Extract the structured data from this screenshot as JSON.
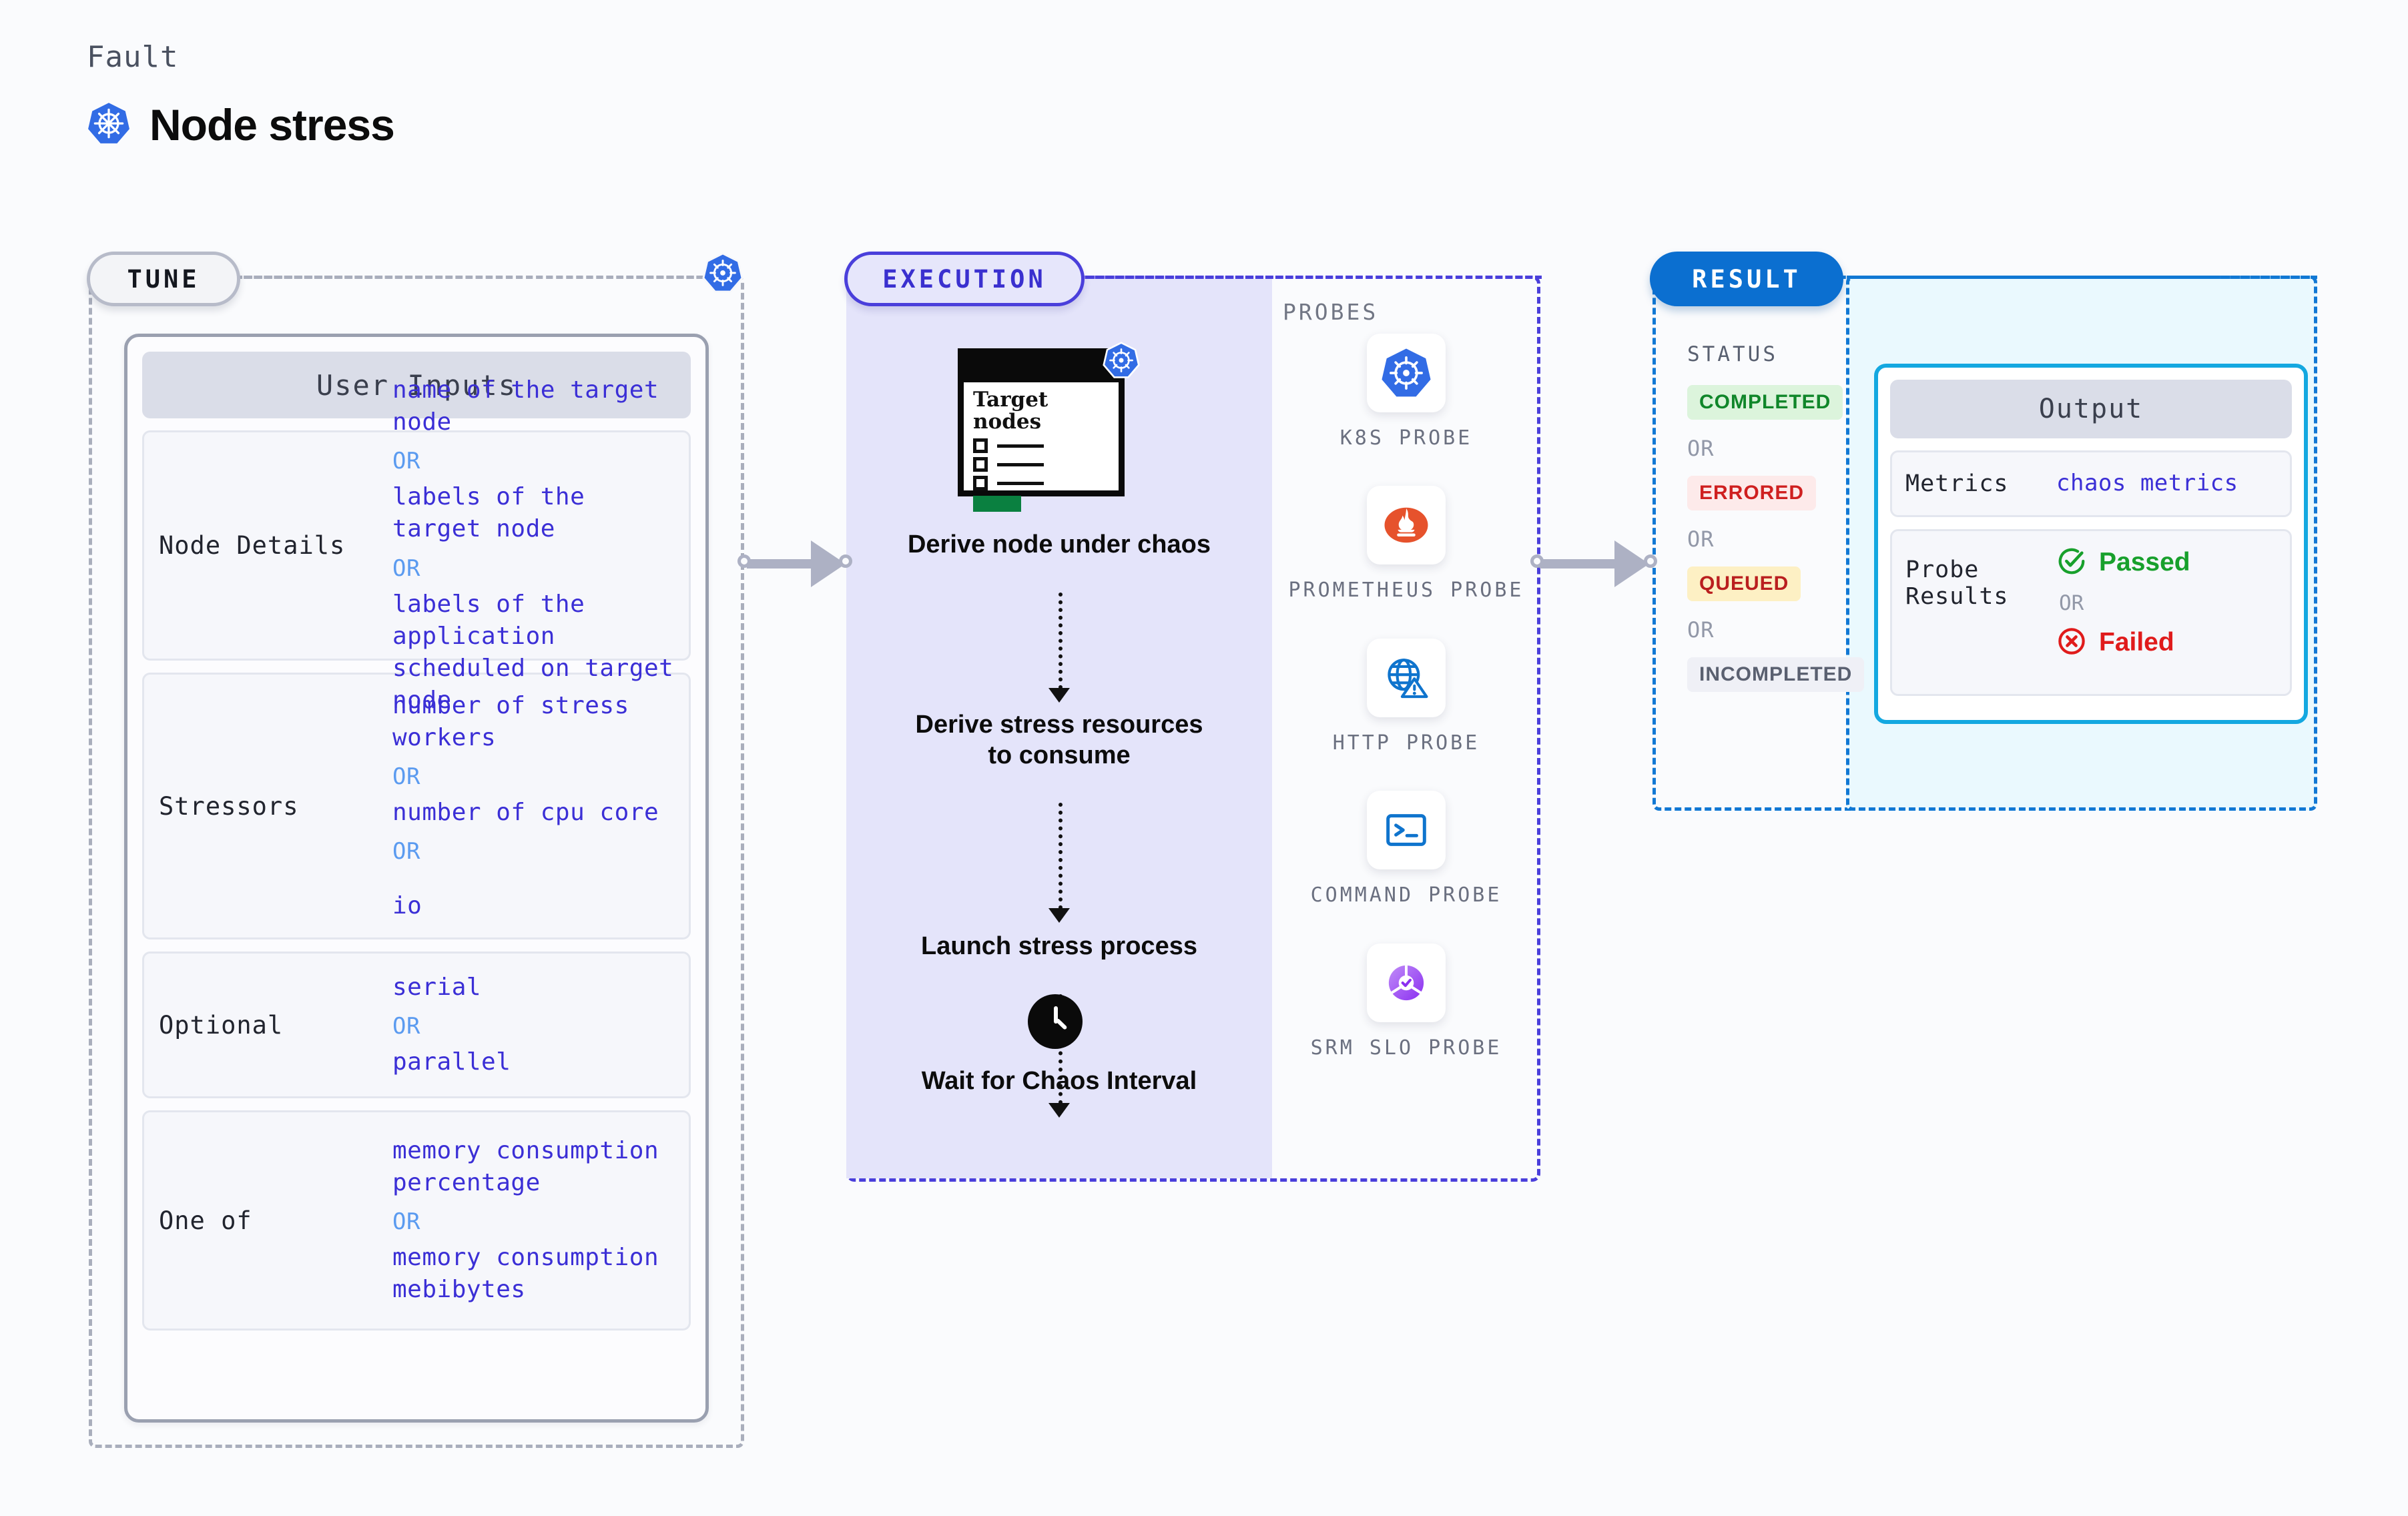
{
  "header": {
    "eyebrow": "Fault",
    "title": "Node stress",
    "icon": "kubernetes-icon"
  },
  "tune": {
    "pill_label": "TUNE",
    "node_icon": "kubernetes-icon",
    "table_title": "User Inputs",
    "rows": [
      {
        "key": "Node Details",
        "values": [
          "name of the target node",
          "labels of the target node",
          "labels of the application\n scheduled on target node"
        ],
        "or_label": "OR"
      },
      {
        "key": "Stressors",
        "values": [
          "number of stress workers",
          "number of cpu core",
          "io"
        ],
        "or_label": "OR"
      },
      {
        "key": "Optional",
        "values": [
          "serial",
          "parallel"
        ],
        "or_label": "OR"
      },
      {
        "key": "One of",
        "values": [
          "memory consumption percentage",
          "memory consumption mebibytes"
        ],
        "or_label": "OR"
      }
    ]
  },
  "arrows": {
    "tune_to_execution": "arrow-right",
    "execution_to_result": "arrow-right"
  },
  "execution": {
    "pill_label": "EXECUTION",
    "card": {
      "title": "Target nodes",
      "icon": "kubernetes-icon",
      "checkbox_rows": 3
    },
    "steps": [
      "Derive node under chaos",
      "Derive stress resources to consume",
      "Launch stress process",
      "Wait for Chaos Interval"
    ],
    "clock_icon": "clock-icon"
  },
  "probes": {
    "label": "PROBES",
    "items": [
      {
        "label": "K8S PROBE",
        "icon": "kubernetes-icon"
      },
      {
        "label": "PROMETHEUS PROBE",
        "icon": "prometheus-icon"
      },
      {
        "label": "HTTP PROBE",
        "icon": "globe-warning-icon"
      },
      {
        "label": "COMMAND PROBE",
        "icon": "terminal-icon"
      },
      {
        "label": "SRM SLO PROBE",
        "icon": "srm-slo-icon"
      }
    ]
  },
  "result": {
    "pill_label": "RESULT",
    "status_title": "STATUS",
    "or_label": "OR",
    "statuses": [
      {
        "label": "COMPLETED",
        "bg": "#dcf4dc",
        "fg": "#10862a"
      },
      {
        "label": "ERRORED",
        "bg": "#fdeaea",
        "fg": "#cf2020"
      },
      {
        "label": "QUEUED",
        "bg": "#fdf0c4",
        "fg": "#ba1f1f"
      },
      {
        "label": "INCOMPLETED",
        "bg": "#eff0f6",
        "fg": "#5a6070"
      }
    ],
    "output": {
      "title": "Output",
      "metrics_key": "Metrics",
      "metrics_value": "chaos metrics",
      "probe_key": "Probe Results",
      "passed_label": "Passed",
      "failed_label": "Failed",
      "or_label": "OR",
      "passed_color": "#18a02c",
      "failed_color": "#e01b1b"
    }
  },
  "colors": {
    "tune_border": "#a9aebc",
    "execution_border": "#4a3fdb",
    "execution_fill": "#e4e4fa",
    "result_border": "#1178d4",
    "result_fill": "#eaf9fe",
    "output_border": "#14a8e0",
    "value_text": "#3b2fd6",
    "or_text": "#5b9bf0"
  }
}
